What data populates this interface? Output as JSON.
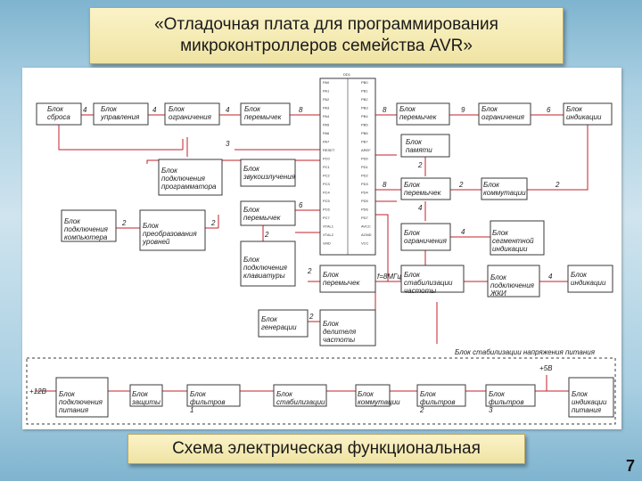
{
  "title": {
    "line1": "«Отладочная плата для программирования",
    "line2": "микроконтроллеров семейства AVR»"
  },
  "caption": "Схема электрическая функциональная",
  "page_number": "7",
  "colors": {
    "line": "#c0202a",
    "box": "#3a3a3a",
    "dashed": "#3a3a3a"
  },
  "chip": {
    "label": "DD1",
    "pins_left": [
      "PA0",
      "PA1",
      "PA2",
      "PA3",
      "PA4",
      "PA5",
      "PA6",
      "PA7",
      "RESET",
      "PC0",
      "PC1",
      "PC2",
      "PC3",
      "PC4",
      "PC5",
      "PC6",
      "PC7",
      "XTAL1",
      "XTAL2",
      "GND"
    ],
    "pins_right": [
      "PB0",
      "PB1",
      "PB2",
      "PB3",
      "PB4",
      "PB5",
      "PB6",
      "PB7",
      "AREF",
      "PD0",
      "PD1",
      "PD2",
      "PD3",
      "PD4",
      "PD5",
      "PD6",
      "PD7",
      "AVCC",
      "AGND",
      "VCC"
    ]
  },
  "blocks": {
    "reset": "Блок сброса",
    "control": "Блок управления",
    "limit1": "Блок ограничения",
    "jumper1": "Блок перемычек",
    "jumper2": "Блок перемычек",
    "limit2": "Блок ограничения",
    "indication1": "Блок индикации",
    "memory": "Блок памяти",
    "prog_connect": "Блок подключения программатора",
    "sound": "Блок звукоизлучения",
    "jumper3": "Блок перемычек",
    "switching1": "Блок коммутации",
    "pc_connect": "Блок подключения компьютера",
    "level_conv": "Блок преобразования уровней",
    "jumper4": "Блок перемычек",
    "limit3": "Блок ограничения",
    "seg_indication": "Блок сегментной индикации",
    "keyboard": "Блок подключения клавиатуры",
    "jumper5": "Блок перемычек",
    "freq_stab": "Блок стабилизации частоты",
    "lcd_connect": "Блок подключения ЖКИ",
    "indication2": "Блок индикации",
    "generator": "Блок генерации",
    "freq_div": "Блок делителя частоты",
    "power_connect": "Блок подключения питания",
    "protection": "Блок защиты",
    "filter1": "Блок фильтров 1",
    "stabilization": "Блок стабилизации",
    "switching2": "Блок коммутации",
    "filter2": "Блок фильтров 2",
    "filter3": "Блок фильтров 3",
    "power_indication": "Блок индикации питания"
  },
  "labels": {
    "power_section": "Блок стабилизации напряжения питания",
    "v_in": "+12В",
    "v_out": "+5В",
    "freq": "f=8МГц",
    "n2": "2",
    "n3": "3",
    "n4": "4",
    "n6": "6",
    "n8": "8",
    "n9": "9"
  }
}
